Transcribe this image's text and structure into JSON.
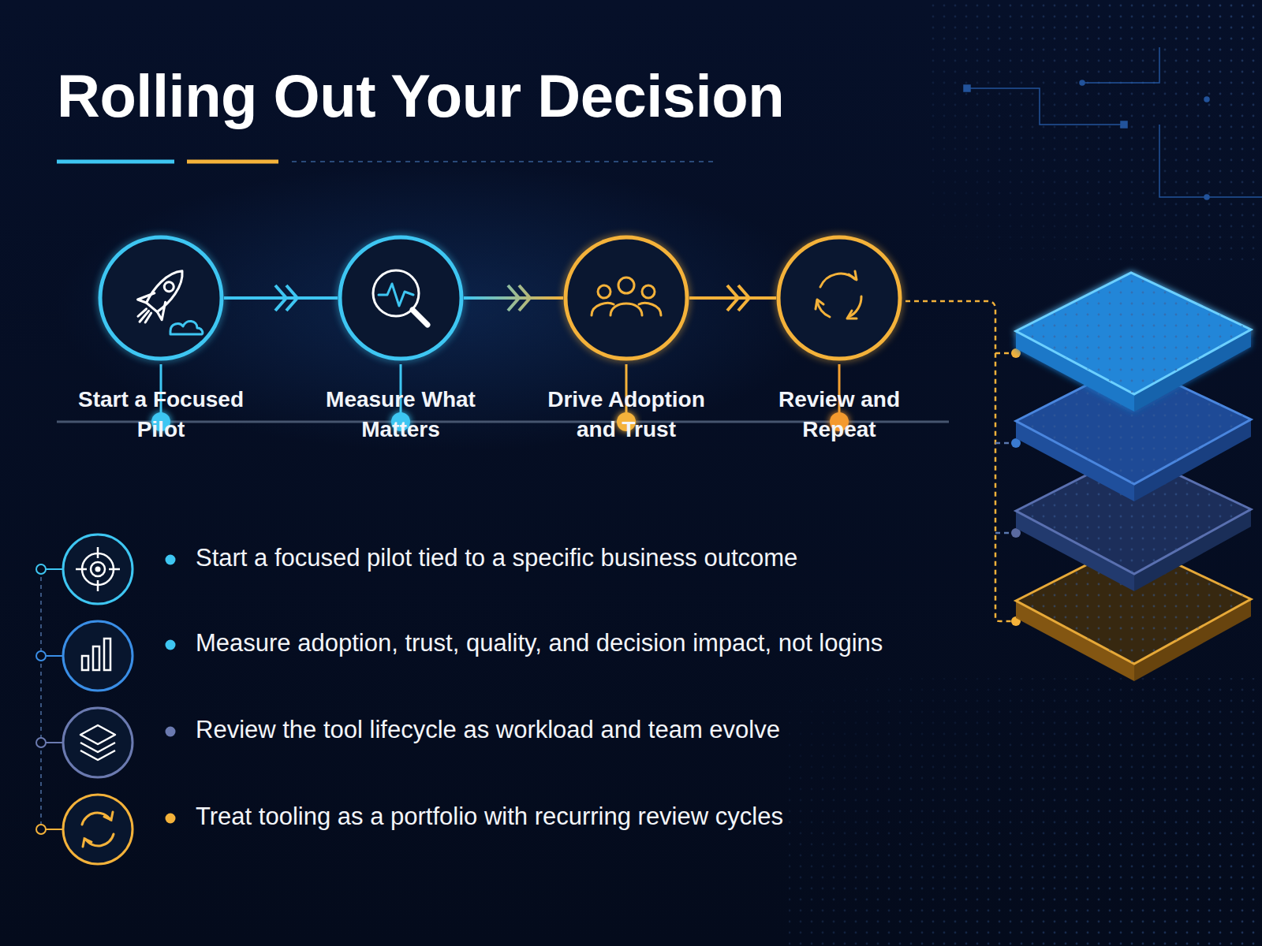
{
  "diagram": {
    "title": "Rolling Out Your Decision",
    "nodes": [
      {
        "text": [
          "Start a Focused Pilot"
        ]
      },
      {
        "text": [
          "Measure What Matters"
        ]
      },
      {
        "text": [
          "Drive Adoption and Trust"
        ]
      },
      {
        "text": [
          "Review and Repeat"
        ]
      }
    ],
    "edges": [
      {
        "from": 0,
        "to": 1,
        "arrow": "to"
      },
      {
        "from": 1,
        "to": 2,
        "arrow": "to"
      },
      {
        "from": 2,
        "to": 3,
        "arrow": "to"
      }
    ],
    "labels": [
      "Start a focused pilot tied to a specific business outcome",
      "Measure adoption, trust, quality, and decision impact, not logins",
      "Review the tool lifecycle as workload and team evolve",
      "Treat tooling as a portfolio with recurring review cycles"
    ]
  }
}
